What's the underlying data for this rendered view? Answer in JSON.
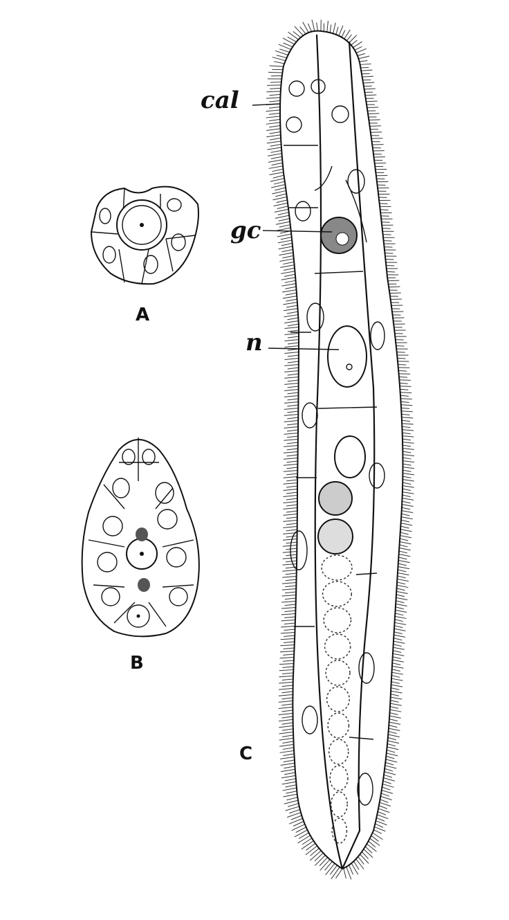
{
  "labels": {
    "cal": "cal",
    "gc": "gc",
    "n": "n"
  },
  "captions": {
    "a": "A",
    "b": "B",
    "c": "C"
  }
}
